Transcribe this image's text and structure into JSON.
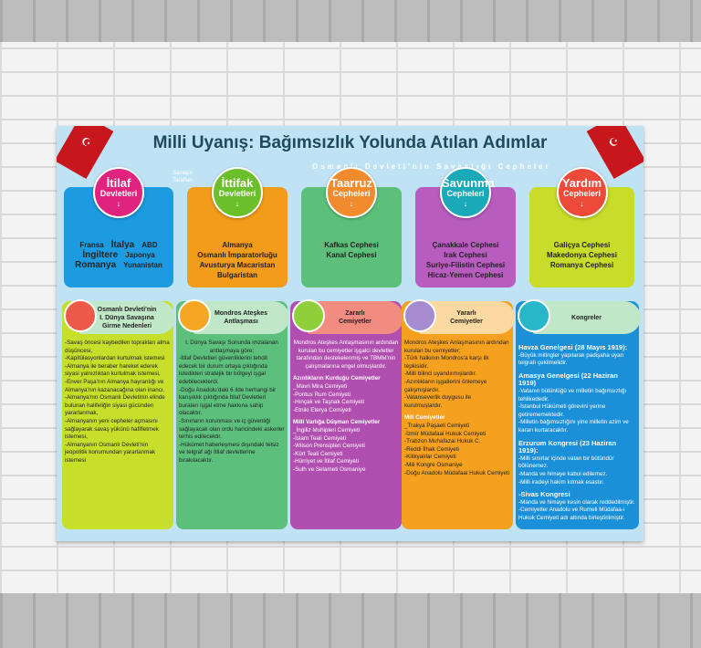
{
  "poster": {
    "title": "Milli Uyanış: Bağımsızlık Yolunda Atılan Adımlar",
    "subtitle": "Osmanlı Devleti'nin Savaştığı Cepheler",
    "sides_label": "Savaşın Tarafları",
    "top_cards": [
      {
        "title_big": "İtilaf",
        "title_small": "Devletleri",
        "color": "#1d9be0",
        "circle": "#e0237e",
        "items": [
          "Fransa",
          "İtalya",
          "ABD",
          "İngiltere",
          "Japonya",
          "Romanya",
          "Yunanistan"
        ]
      },
      {
        "title_big": "İttifak",
        "title_small": "Devletleri",
        "color": "#f39b1a",
        "circle": "#6bbf2a",
        "items": [
          "Almanya",
          "Osmanlı İmparatorluğu",
          "Avusturya Macaristan",
          "Bulgaristan"
        ]
      },
      {
        "title_big": "Taarruz",
        "title_small": "Cepheleri",
        "color": "#5cbf7a",
        "circle": "#f28a2e",
        "items": [
          "Kafkas Cephesi",
          "Kanal Cephesi"
        ]
      },
      {
        "title_big": "Savunma",
        "title_small": "Cepheleri",
        "color": "#b85cc0",
        "circle": "#1aa9b8",
        "items": [
          "Çanakkale Cephesi",
          "Irak Cephesi",
          "Suriye-Filistin Cephesi",
          "Hicaz-Yemen Cephesi"
        ]
      },
      {
        "title_big": "Yardım",
        "title_small": "Cepheleri",
        "color": "#c8dc2a",
        "circle": "#ee4a3a",
        "items": [
          "Galiçya Cephesi",
          "Makedonya Cephesi",
          "Romanya Cephesi"
        ]
      }
    ],
    "columns": [
      {
        "head": [
          "Osmanlı Devleti'nin",
          "I. Dünya Savaşına",
          "Girme Nedenleri"
        ],
        "color": "#c7de2b",
        "headcolor": "#bfe7c8",
        "ball": "#ee5a4a",
        "lines": [
          {
            "t": "-Savaş öncesi kaybedilen toprakları alma düşüncesi,"
          },
          {
            "t": "-Kapitülasyonlardan kurtulmak istemesi"
          },
          {
            "t": "-Almanya ile beraber hareket ederek siyasi yalnızlıktan kurtulmak istemesi,"
          },
          {
            "t": "-Enver Paşa'nın Almanya hayranlığı ve Almanya'nın kazanacağına olan inancı."
          },
          {
            "t": "-Almanya'nın Osmanlı Devletinin elinde bulunan halifeliğin siyasi gücünden yararlanmak,"
          },
          {
            "t": "-Almanyanın yeni cepheler açmasını sağlayarak savaş yükünü hafifletmek istemesi,"
          },
          {
            "t": "-Almanyanın Osmanlı Devleti'nin jeopolitik konumundan yararlanmak istemesi"
          }
        ]
      },
      {
        "head": [
          "Mondros Ateşkes",
          "Antlaşması"
        ],
        "color": "#5cc07c",
        "headcolor": "#bfe7c8",
        "ball": "#f5a623",
        "lines": [
          {
            "t": "I. Dünya Savaşı Sonunda imzalanan antlaşmaya göre;",
            "c": 1
          },
          {
            "t": "-İtilaf Devletleri güvenliklerini tehdit edecek bir durum ortaya çıktığında istedikleri stratejik bir bölgeyi işgal edebileceklerdi."
          },
          {
            "t": "-Doğu Anadolu'daki 6 ilde herhangi bir karışıklık çıktığında İtilaf Devletleri buraları işgal etme hakkına sahip olacaktır."
          },
          {
            "t": "-Sınırların korunması ve iç güvenliği sağlayacak olan ordu haricindeki askerler terhis edilecektir."
          },
          {
            "t": "-Hükümet haberleşmesi dışındaki telsiz ve telgraf ağı İtilaf devletlerine bırakılacaktır."
          }
        ]
      },
      {
        "head": [
          "Zararlı",
          "Cemiyetler"
        ],
        "color": "#b04fb0",
        "headcolor": "#f28c80",
        "ball": "#8fcf3a",
        "lines": [
          {
            "t": "Mondros Ateşkes Anlaşmasının ardından kurulan bu cemiyetler işgalci devletler tarafından destekelenmiş ve TBMM'nin çalışmalarına engel olmuşlardır.",
            "c": 1
          },
          {
            "t": "Azınlıkların Kurduğu Cemiyetler",
            "s": 1
          },
          {
            "t": "_Mavri Mira Cemiyeti"
          },
          {
            "t": "-Pontus Rum Cemiyeti"
          },
          {
            "t": "-Hınçak ve Taşnak Cemiyeti"
          },
          {
            "t": "-Etniki Eterya Cemiyeti"
          },
          {
            "t": "Milli Varlığa Düşman Cemiyetler",
            "s": 1
          },
          {
            "t": "_İngiliz Muhipleri Cemiyeti"
          },
          {
            "t": "-İslam Teali Cemiyeti"
          },
          {
            "t": "-Wilson Prensipleri Cemiyeti"
          },
          {
            "t": "-Kürt Teali Cemiyeti"
          },
          {
            "t": "-Hürriyet ve İtilaf Cemiyeti"
          },
          {
            "t": "-Sulh ve Selameti Osmaniye"
          }
        ]
      },
      {
        "head": [
          "Yararlı",
          "Cemiyetler"
        ],
        "color": "#f5a01e",
        "headcolor": "#fcd9a0",
        "ball": "#a78bd0",
        "lines": [
          {
            "t": "Mondros Ateşkes Anlaşmasının ardından kurulan bu cemiyetler;"
          },
          {
            "t": "-Türk halkının Mondros'a karşı ilk tepkisidir."
          },
          {
            "t": "-Milli bilinci uyandırmışlardır."
          },
          {
            "t": "-Azınlıkların işgallerini önlemeye çalışmışlardır."
          },
          {
            "t": "-Vatanseverlik duygusu ile kurulmuşlardır."
          },
          {
            "t": "Mili Cemiyetler",
            "s": 1
          },
          {
            "t": "_Trakya Paşaeli Cemiyeti"
          },
          {
            "t": "-İzmir Müdafaai Hukuk Cemiyeti"
          },
          {
            "t": "-Trabzon Muhafazai Hukuk C."
          },
          {
            "t": "-Reddi İlhak Cemiyeti"
          },
          {
            "t": "-Kilikyalılar Cemiyeti"
          },
          {
            "t": "-Mili Kongre Osmaniye"
          },
          {
            "t": "-Doğu Anadolu Müdafaai Hukuk Cemiyeti"
          }
        ]
      },
      {
        "head": [
          "Kongreler"
        ],
        "color": "#1b8fd8",
        "headcolor": "#bfe7c8",
        "ball": "#27b7c9",
        "lines": [
          {
            "t": "Havza Genelgesi (28 Mayıs 1919):",
            "s": 1
          },
          {
            "t": "-Büyük mitingler yapılarak padişaha uyarı telgrafı çekilmelidir."
          },
          {
            "t": "Amasya Genelgesi (22 Haziran 1919)",
            "s": 1
          },
          {
            "t": "-Vatanın bütünlüğü ve milletin bağımsızlığı tehlikededir."
          },
          {
            "t": "-İstanbul Hükümeti görevini yerine getirememektedir."
          },
          {
            "t": "-Milletin bağımsızlığını yine milletin azim ve kararı kurtaracaktır."
          },
          {
            "t": "Erzurum Kongresi (23 Haziran 1919):",
            "s": 1
          },
          {
            "t": "-Milli sınırlar içinde vatan bir bütündür bölünemez."
          },
          {
            "t": "-Manda ve himaye kabul edilemez."
          },
          {
            "t": "-Milli iradeyi hakim kılmak esastır."
          },
          {
            "t": "-Sivas Kongresi",
            "s": 1
          },
          {
            "t": "-Manda ve himaye kesin olarak reddedilmiştir."
          },
          {
            "t": "-Cemiyetler Anadolu ve Rumeli Müdafaa-i Hukuk Cemiyeti adı altında birleştirilmiştir."
          }
        ]
      }
    ]
  }
}
